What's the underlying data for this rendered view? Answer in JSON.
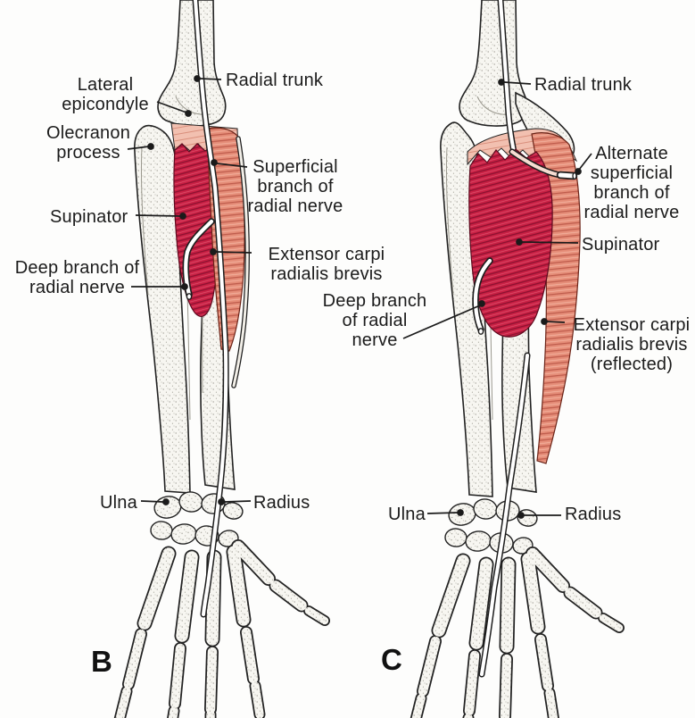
{
  "figure": {
    "type": "anatomical-diagram",
    "subject": "posterior forearm, radial nerve and supinator",
    "panel_count": 2
  },
  "colors": {
    "supinator_red": "#c92044",
    "supinator_striation": "#8c1130",
    "ecrb_salmon": "#e58d78",
    "ecrb_striation": "#bf5c4c",
    "aponeurosis_pale": "#f2c0b0",
    "bone": "#f7f6f1",
    "ink": "#1b1b1b",
    "nerve_white": "#ffffff",
    "background": "#fdfdfc"
  },
  "panels": {
    "b_letter": "B",
    "c_letter": "C"
  },
  "labels": {
    "b_lateral_epicondyle": "Lateral\nepicondyle",
    "b_olecranon_process": "Olecranon\nprocess",
    "b_radial_trunk": "Radial trunk",
    "b_superficial_branch": "Superficial\nbranch of\nradial nerve",
    "b_supinator": "Supinator",
    "b_deep_branch": "Deep branch of\nradial nerve",
    "b_extensor": "Extensor carpi\nradialis brevis",
    "b_ulna": "Ulna",
    "b_radius": "Radius",
    "c_radial_trunk": "Radial trunk",
    "c_alternate_branch": "Alternate\nsuperficial\nbranch of\nradial nerve",
    "c_supinator": "Supinator",
    "c_deep_branch": "Deep branch\nof radial\nnerve",
    "c_extensor": "Extensor carpi\nradialis brevis\n(reflected)",
    "c_ulna": "Ulna",
    "c_radius": "Radius"
  }
}
